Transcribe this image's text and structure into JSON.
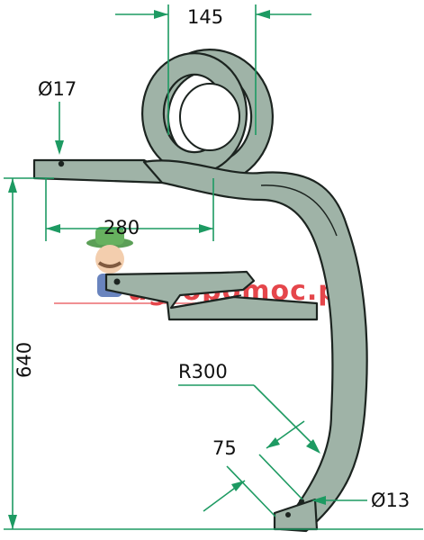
{
  "dimensions": {
    "top_width": "145",
    "hole_diameter": "Ø17",
    "mount_length": "280",
    "height": "640",
    "radius": "R300",
    "tip_width": "75",
    "tip_hole": "Ø13"
  },
  "watermark": {
    "brand": "agropomoc.pl"
  },
  "colors": {
    "dimension_line": "#1d9a62",
    "part_fill": "#9fb3a7",
    "outline": "#1c2420",
    "watermark_red": "#e1262c"
  }
}
